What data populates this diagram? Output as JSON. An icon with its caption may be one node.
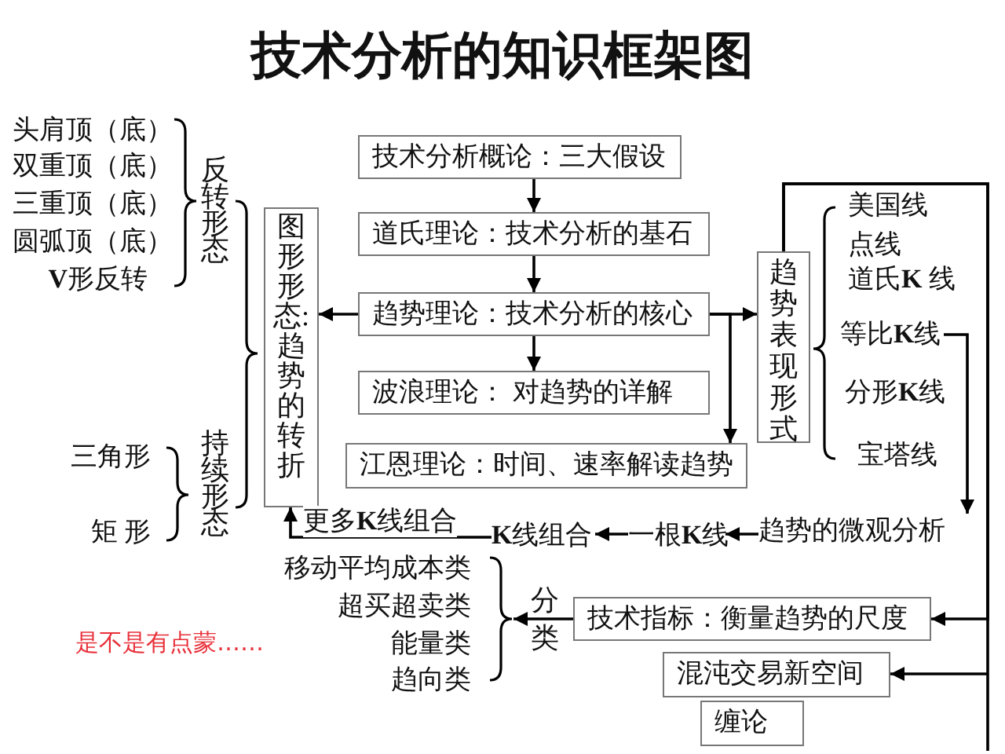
{
  "diagram": {
    "title": "技术分析的知识框架图",
    "nodes": [
      {
        "text": [
          "技术分析概论：三大假设"
        ]
      },
      {
        "text": [
          "道氏理论：技术分析的基石"
        ]
      },
      {
        "text": [
          "趋势理论：技术分析的核心"
        ]
      },
      {
        "text": [
          "波浪理论： 对趋势的详解"
        ]
      },
      {
        "text": [
          "江恩理论：时间、速率解读趋势"
        ]
      },
      {
        "text": [
          "图形形态:趋势的转折"
        ]
      },
      {
        "text": [
          "趋势表现形式"
        ]
      },
      {
        "text": [
          "等比**K**线"
        ]
      },
      {
        "text": [
          "趋势的微观分析"
        ]
      },
      {
        "text": [
          "一根**K**线"
        ]
      },
      {
        "text": [
          "**K**线组合"
        ]
      },
      {
        "text": [
          "技术指标：衡量趋势的尺度"
        ]
      },
      {
        "text": [
          "混沌交易新空间"
        ]
      },
      {
        "text": [
          "缠论"
        ]
      },
      {
        "text": [],
        "shape": "brace"
      }
    ],
    "edges": [
      {
        "from": 0,
        "to": 1,
        "arrow": "to"
      },
      {
        "from": 1,
        "to": 2,
        "arrow": "to"
      },
      {
        "from": 2,
        "to": 3,
        "arrow": "to"
      },
      {
        "from": 2,
        "to": 5,
        "arrow": "to"
      },
      {
        "from": 2,
        "to": 6,
        "arrow": "to"
      },
      {
        "from": 2,
        "to": 4,
        "arrow": "to"
      },
      {
        "from": 7,
        "to": 8,
        "arrow": "to"
      },
      {
        "from": 8,
        "to": 9,
        "arrow": "to"
      },
      {
        "from": 9,
        "to": 10,
        "arrow": "to"
      },
      {
        "from": 10,
        "to": 5,
        "arrow": "to",
        "label": "更多**K**线组合"
      },
      {
        "from": 6,
        "to": 11,
        "arrow": "to"
      },
      {
        "from": 6,
        "to": 12,
        "arrow": "to"
      },
      {
        "from": 11,
        "to": 14,
        "arrow": "to",
        "label": "分类"
      }
    ],
    "labels": [
      "头肩顶（底）",
      "双重顶（底）",
      "三重顶（底）",
      "圆弧顶（底）",
      "**V**形反转",
      "反转形态",
      "三角形",
      "矩 形",
      "持续形态",
      "美国线",
      "点线",
      "道氏**K** 线",
      "分形**K**线",
      "宝塔线",
      "移动平均成本类",
      "超买超卖类",
      "能量类",
      "趋向类",
      "是不是有点蒙……"
    ]
  }
}
